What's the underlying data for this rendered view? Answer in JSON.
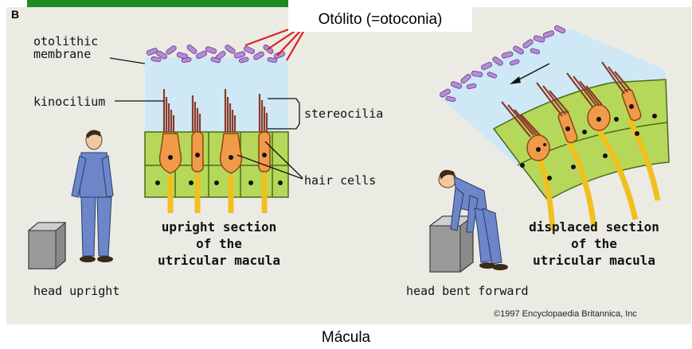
{
  "figure_letter": "B",
  "callout": "Otólito (=otoconia)",
  "labels": {
    "otolithic_membrane_1": "otolithic",
    "otolithic_membrane_2": "membrane",
    "kinocilium": "kinocilium",
    "stereocilia": "stereocilia",
    "hair_cells": "hair cells"
  },
  "captions": {
    "upright": [
      "upright section",
      "of the",
      "utricular macula"
    ],
    "displaced": [
      "displaced section",
      "of the",
      "utricular macula"
    ]
  },
  "pose_labels": {
    "left": "head upright",
    "right": "head bent forward"
  },
  "copyright": "©1997 Encyclopaedia Britannica, Inc",
  "bottom_caption": "Mácula",
  "colors": {
    "panel": "#ebebe4",
    "otoconia": "#b58bd6",
    "membrane": "#cfe8f5",
    "epithelium": "#b6d85a",
    "hair_cell": "#f09a4a",
    "nerve": "#f0c020",
    "cilia": "#8c3a2a",
    "callout_line": "#e02020",
    "person_blue": "#6c86c8"
  }
}
